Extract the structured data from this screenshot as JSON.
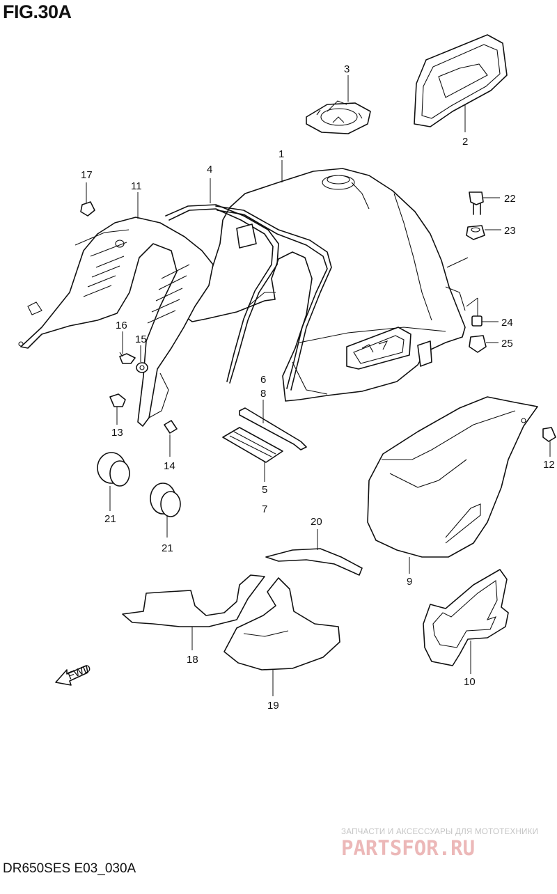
{
  "header": {
    "figure_title": "FIG.30A"
  },
  "footer": {
    "diagram_code": "DR650SES E03_030A",
    "watermark_tagline": "ЗАПЧАСТИ И АКСЕССУАРЫ ДЛЯ МОТОТЕХНИКИ",
    "watermark_brand": "PARTSFOR.RU"
  },
  "fwd_label": "FWD",
  "callouts": {
    "c1": "1",
    "c2": "2",
    "c3": "3",
    "c4": "4",
    "c6": "6",
    "c8": "8",
    "c5": "5",
    "c7": "7",
    "c9": "9",
    "c10": "10",
    "c11": "11",
    "c12": "12",
    "c13": "13",
    "c14": "14",
    "c15": "15",
    "c16": "16",
    "c17": "17",
    "c18": "18",
    "c19": "19",
    "c20": "20",
    "c21a": "21",
    "c21b": "21",
    "c22": "22",
    "c23": "23",
    "c24": "24",
    "c25": "25"
  }
}
